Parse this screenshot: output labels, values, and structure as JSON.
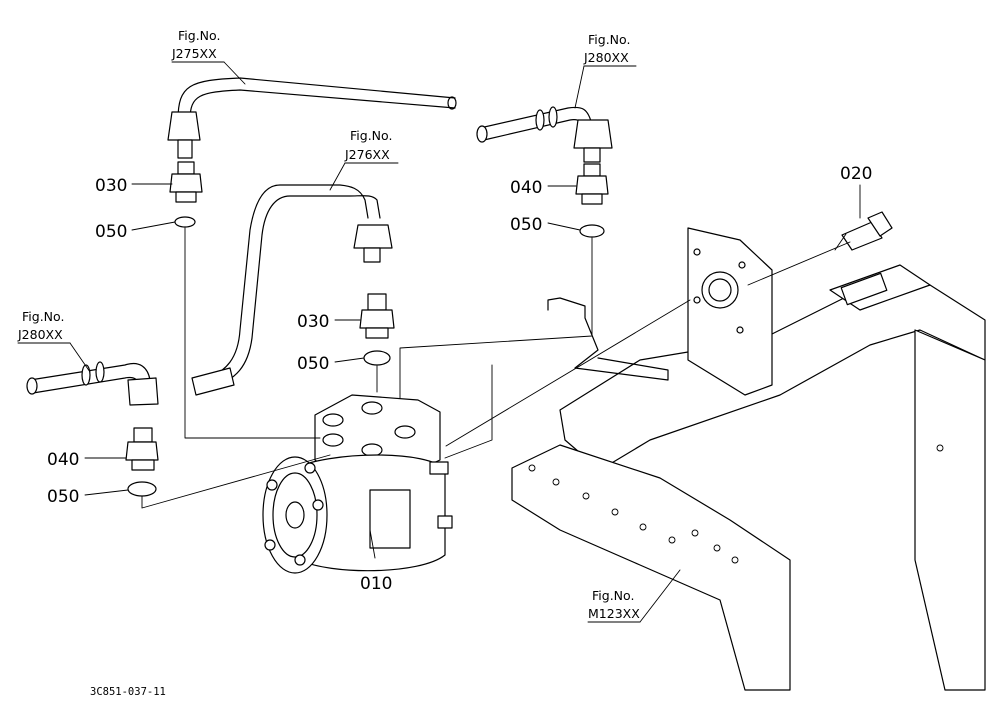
{
  "callouts": {
    "p010": "010",
    "p020": "020",
    "p030_left": "030",
    "p030_center": "030",
    "p040_left": "040",
    "p040_right": "040",
    "p050_upper_left": "050",
    "p050_center": "050",
    "p050_right": "050",
    "p050_lower_left": "050"
  },
  "figure_refs": {
    "fig_prefix": "Fig.No.",
    "j275": "J275XX",
    "j276": "J276XX",
    "j280_top": "J280XX",
    "j280_left": "J280XX",
    "m123": "M123XX"
  },
  "figure_id": "3C851-037-11"
}
